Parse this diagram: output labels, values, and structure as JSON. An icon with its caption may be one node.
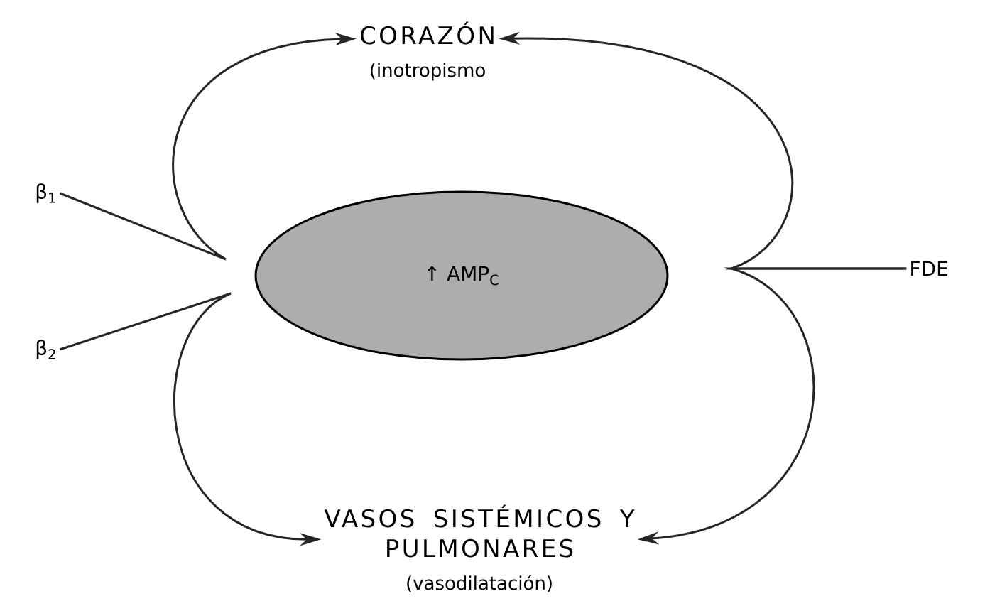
{
  "diagram": {
    "nodes": [
      {
        "text": [
          "CORAZÓN",
          "(inotropismo"
        ]
      },
      {
        "text": [
          "↑ AMP$_{C}$"
        ]
      },
      {
        "text": [
          "β$_{1}$"
        ]
      },
      {
        "text": [
          "β$_{2}$"
        ]
      },
      {
        "text": [
          "FDE"
        ]
      },
      {
        "text": [
          "VASOS SISTÉMICOS Y PULMONARES",
          "(vasodilatación)"
        ]
      }
    ],
    "edges": [
      {
        "from": 2,
        "to": 0,
        "arrow": "to"
      },
      {
        "from": 3,
        "to": 5,
        "arrow": "to"
      },
      {
        "from": 4,
        "to": 0,
        "arrow": "to"
      },
      {
        "from": 4,
        "to": 5,
        "arrow": "to"
      }
    ]
  }
}
